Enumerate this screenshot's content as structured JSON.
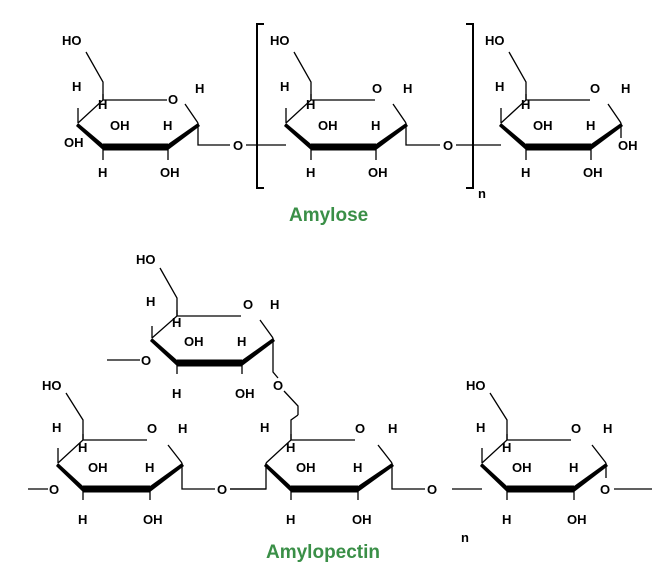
{
  "colors": {
    "title": "#3a8f47",
    "ink": "#000000",
    "background": "#ffffff"
  },
  "amylose": {
    "title": "Amylose",
    "repeat_subscript": "n",
    "units": [
      {
        "ch2oh": "HO",
        "ring_o": "O",
        "h1": "H",
        "h4": "H",
        "h4b": "H",
        "oh3": "OH",
        "h2": "H",
        "left": "OH",
        "bottom_h": "H",
        "bottom_oh": "OH"
      },
      {
        "ch2oh": "HO",
        "ring_o": "O",
        "h1": "H",
        "h4": "H",
        "h4b": "H",
        "oh3": "OH",
        "h2": "H",
        "bottom_h": "H",
        "bottom_oh": "OH"
      },
      {
        "ch2oh": "HO",
        "ring_o": "O",
        "h1": "H",
        "h4": "H",
        "h4b": "H",
        "oh3": "OH",
        "h2": "H",
        "right": "OH",
        "bottom_h": "H",
        "bottom_oh": "OH"
      }
    ],
    "linkages": [
      "O",
      "O"
    ]
  },
  "amylopectin": {
    "title": "Amylopectin",
    "repeat_subscript": "n",
    "units": [
      {
        "ch2oh": "HO",
        "ring_o": "O",
        "h1": "H",
        "h4": "H",
        "h4b": "H",
        "oh3": "OH",
        "h2": "H",
        "left": "O",
        "bottom_h": "H",
        "bottom_oh": "OH"
      },
      {
        "ch2oh": "HO",
        "ring_o": "O",
        "h1": "H",
        "h4": "H",
        "h4b": "H",
        "oh3": "OH",
        "h2": "H",
        "left": "O",
        "bottom_h": "H",
        "bottom_oh": "OH"
      },
      {
        "ring_o": "O",
        "h1": "H",
        "h4": "H",
        "h4b": "H",
        "oh3": "OH",
        "h2": "H",
        "bottom_h": "H",
        "bottom_oh": "OH"
      },
      {
        "ch2oh": "HO",
        "ring_o": "O",
        "h1": "H",
        "h4": "H",
        "h4b": "H",
        "oh3": "OH",
        "h2": "H",
        "bottom_h": "H",
        "bottom_oh": "OH"
      }
    ],
    "branch_o": "O",
    "linkages": [
      "O",
      "O"
    ],
    "right_o": "O"
  }
}
